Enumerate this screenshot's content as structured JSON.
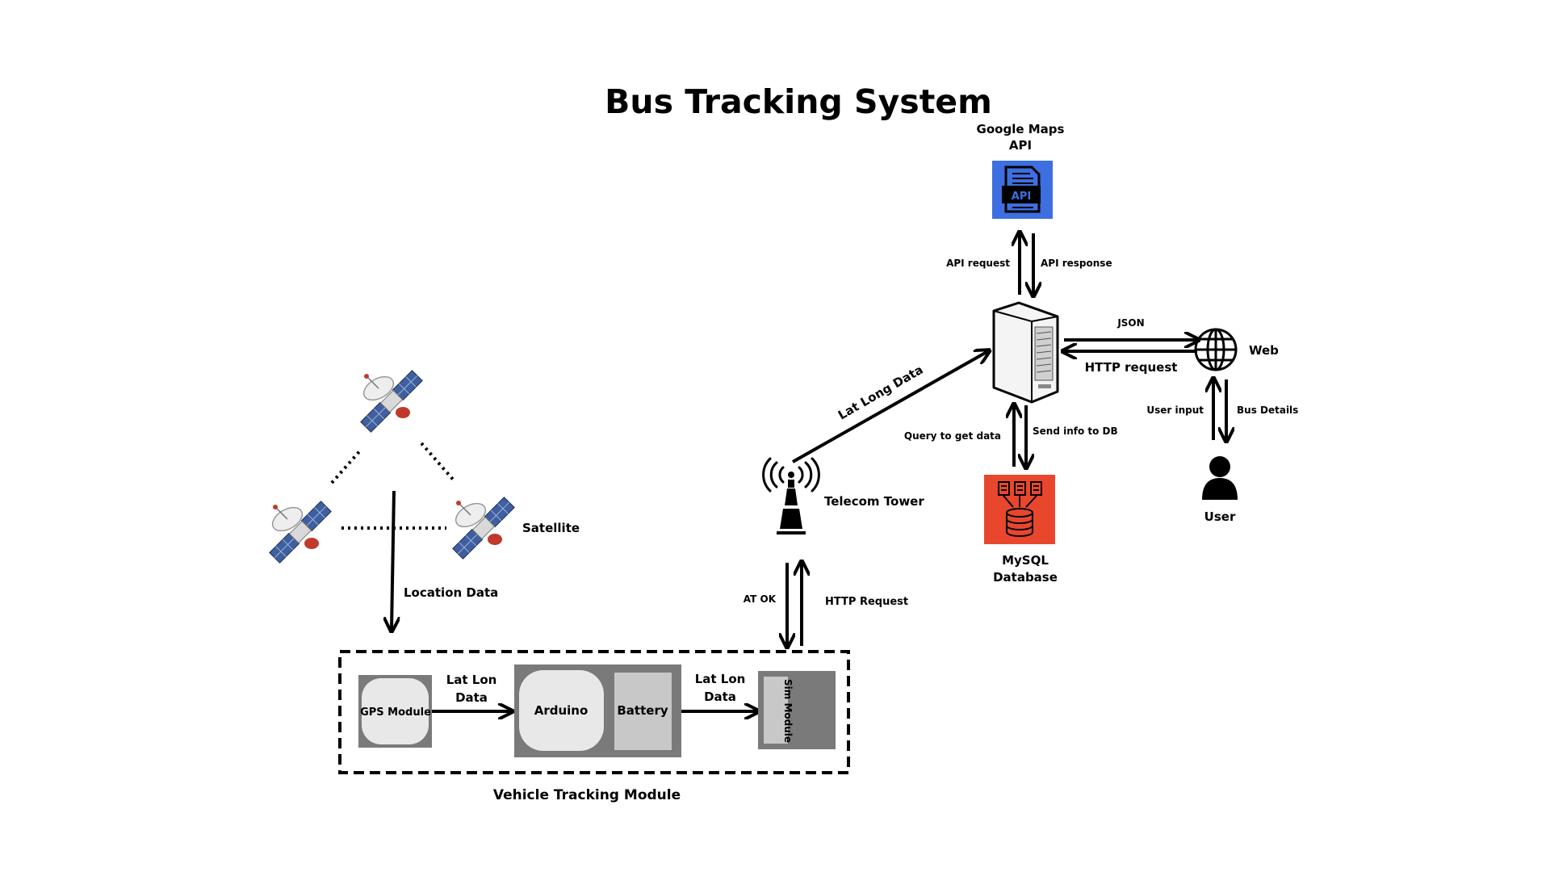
{
  "title": "Bus Tracking System",
  "labels": {
    "google_maps_api": [
      "Google Maps",
      "API"
    ],
    "api_badge": "API",
    "api_request": "API request",
    "api_response": "API response",
    "json": "JSON",
    "http_request_web": "HTTP request",
    "web": "Web",
    "user_input": "User input",
    "bus_details": "Bus Details",
    "user": "User",
    "query_to_get_data": "Query to get data",
    "send_info_to_db": "Send info to DB",
    "mysql_database": [
      "MySQL",
      "Database"
    ],
    "lat_long_data": "Lat Long Data",
    "telecom_tower": "Telecom Tower",
    "at_ok": "AT OK",
    "http_request_tower": "HTTP Request",
    "satellite": "Satellite",
    "location_data": "Location Data",
    "gps_module": "GPS Module",
    "lat_lon_data_1": [
      "Lat Lon",
      "Data"
    ],
    "arduino": "Arduino",
    "battery": "Battery",
    "lat_lon_data_2": [
      "Lat Lon",
      "Data"
    ],
    "sim_module": "Sim Module",
    "vehicle_tracking_module": "Vehicle Tracking Module"
  },
  "colors": {
    "api_blue": "#3d6fe0",
    "db_red": "#e8472d",
    "module_gray": "#7a7a7a",
    "light_gray": "#c8c8c8",
    "panel_white": "#e8e8e8",
    "solar_blue": "#3f5f9f",
    "dish_red": "#c0392b"
  },
  "icons": [
    "api-document-icon",
    "server-icon",
    "globe-icon",
    "user-icon",
    "database-icon",
    "telecom-tower-icon",
    "satellite-icon"
  ]
}
